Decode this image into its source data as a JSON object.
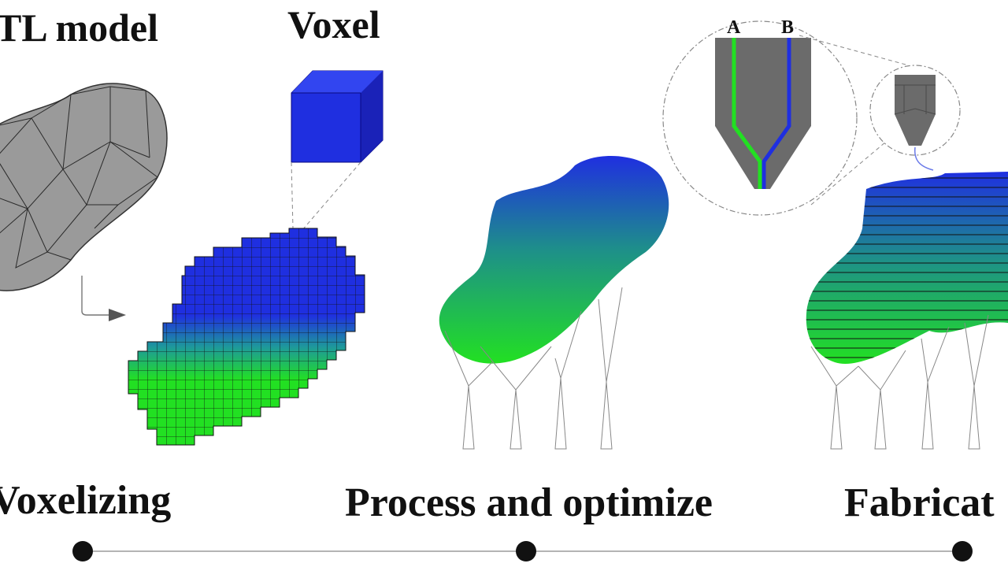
{
  "labels": {
    "stl_model": "TL model",
    "voxel": "Voxel",
    "voxelizing": "Voxelizing",
    "process": "Process and optimize",
    "fabrication": "Fabricat",
    "nozzle_a": "A",
    "nozzle_b": "B"
  },
  "colors": {
    "mesh_gray": "#9a9a9a",
    "nozzle_gray": "#6b6b6b",
    "material_blue": "#1f2fe0",
    "material_green": "#22e022"
  },
  "timeline": {
    "steps": 3
  }
}
